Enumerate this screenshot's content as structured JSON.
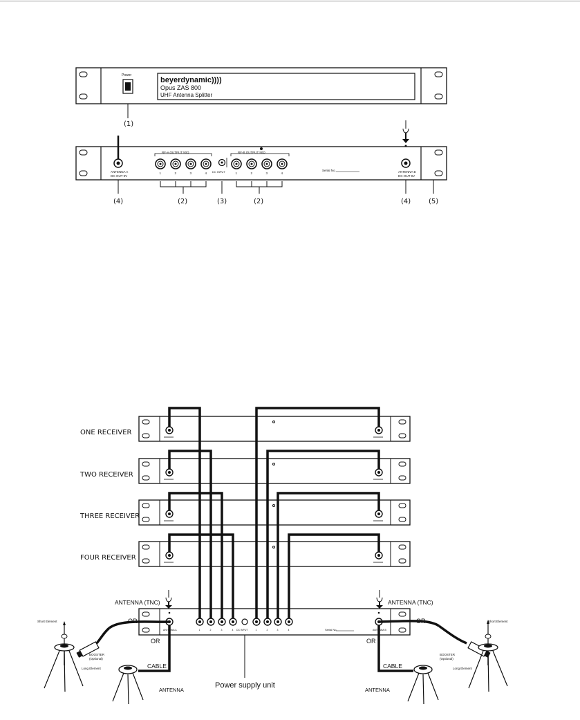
{
  "front_panel": {
    "power_label": "Power",
    "brand": "beyerdynamic))))",
    "model": "Opus  ZAS 800",
    "description": "UHF Antenna Splitter"
  },
  "rear_panel": {
    "antenna_left_label": "ANTENNA A",
    "antenna_right_label": "ANTENNA B",
    "antenna_sub_label": "DC-OUT 9V",
    "rf_out_group_left": "RF-A OUTPUT 50Ω",
    "rf_out_group_right": "RF-B OUTPUT 50Ω",
    "dc_input_label": "DC INPUT",
    "port_numbers": [
      "1",
      "2",
      "3",
      "4"
    ],
    "serial_label": "Serial No."
  },
  "callouts": {
    "c1": "(1)",
    "c2a": "(2)",
    "c3": "(3)",
    "c2b": "(2)",
    "c4a": "(4)",
    "c4b": "(4)",
    "c5": "(5)"
  },
  "wiring": {
    "receivers": [
      "ONE RECEIVER",
      "TWO RECEIVER",
      "THREE RECEIVER",
      "FOUR RECEIVER"
    ],
    "antenna_tnc_left": "ANTENNA (TNC)",
    "antenna_tnc_right": "ANTENNA (TNC)",
    "or": "OR",
    "cable": "CABLE",
    "antenna": "ANTENNA",
    "power_supply": "Power supply unit",
    "short_element": "Short Element",
    "long_element": "Long Element",
    "booster": "BOOSTER",
    "booster_optional": "(Optional)"
  }
}
